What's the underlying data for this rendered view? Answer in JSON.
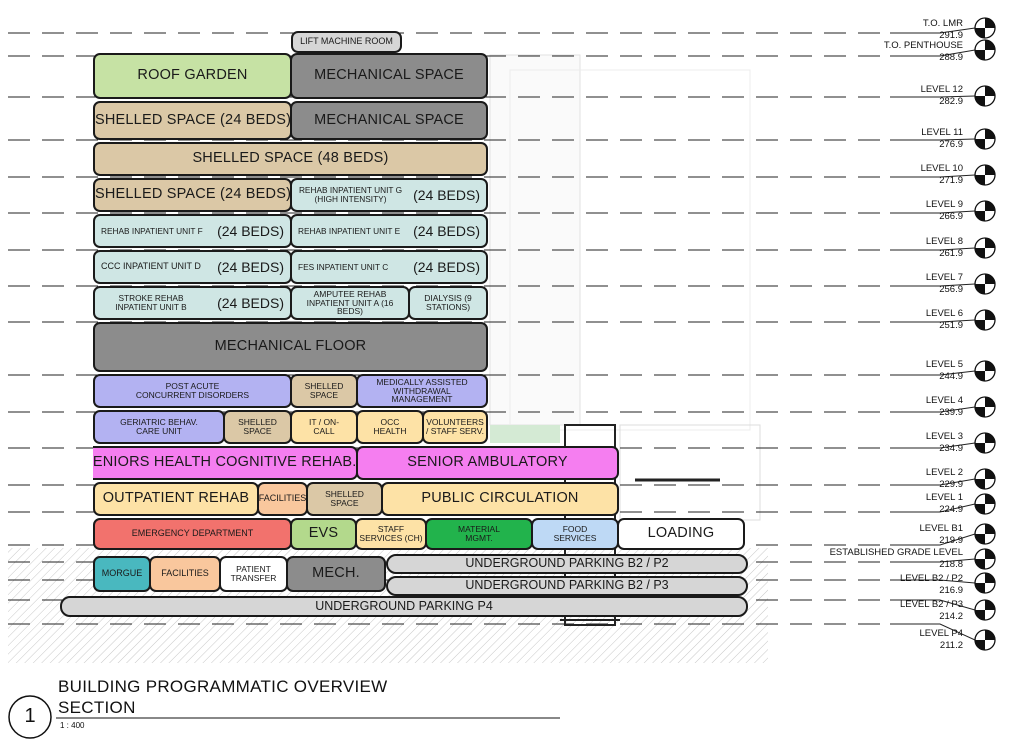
{
  "drawing": {
    "title_line1": "BUILDING PROGRAMMATIC OVERVIEW",
    "title_line2": "SECTION",
    "scale": "1 : 400",
    "number": "1"
  },
  "levels": [
    {
      "name": "T.O. LMR",
      "elev": "291.9"
    },
    {
      "name": "T.O. PENTHOUSE",
      "elev": "288.9"
    },
    {
      "name": "LEVEL 12",
      "elev": "282.9"
    },
    {
      "name": "LEVEL 11",
      "elev": "276.9"
    },
    {
      "name": "LEVEL 10",
      "elev": "271.9"
    },
    {
      "name": "LEVEL 9",
      "elev": "266.9"
    },
    {
      "name": "LEVEL 8",
      "elev": "261.9"
    },
    {
      "name": "LEVEL 7",
      "elev": "256.9"
    },
    {
      "name": "LEVEL 6",
      "elev": "251.9"
    },
    {
      "name": "LEVEL 5",
      "elev": "244.9"
    },
    {
      "name": "LEVEL 4",
      "elev": "239.9"
    },
    {
      "name": "LEVEL 3",
      "elev": "234.9"
    },
    {
      "name": "LEVEL 2",
      "elev": "229.9"
    },
    {
      "name": "LEVEL 1",
      "elev": "224.9"
    },
    {
      "name": "LEVEL B1",
      "elev": "219.9"
    },
    {
      "name": "ESTABLISHED GRADE LEVEL",
      "elev": "218.8"
    },
    {
      "name": "LEVEL B2 / P2",
      "elev": "216.9"
    },
    {
      "name": "LEVEL B2 / P3",
      "elev": "214.2"
    },
    {
      "name": "LEVEL P4",
      "elev": "211.2"
    }
  ],
  "rooms": {
    "lift_machine_room": "LIFT MACHINE ROOM",
    "roof_garden": "ROOF GARDEN",
    "mechanical_space_ph": "MECHANICAL SPACE",
    "shelled_24_l12": "SHELLED SPACE (24 BEDS)",
    "mechanical_space_l12": "MECHANICAL SPACE",
    "shelled_48_l11": "SHELLED SPACE (48 BEDS)",
    "shelled_24_l10": "SHELLED SPACE (24 BEDS)",
    "rehab_g_label": "REHAB INPATIENT UNIT G (HIGH INTENSITY)",
    "rehab_g_beds": "(24 BEDS)",
    "rehab_f_label": "REHAB INPATIENT UNIT F",
    "rehab_f_beds": "(24 BEDS)",
    "rehab_e_label": "REHAB INPATIENT UNIT E",
    "rehab_e_beds": "(24 BEDS)",
    "ccc_d_label": "CCC INPATIENT UNIT D",
    "ccc_d_beds": "(24 BEDS)",
    "fes_c_label": "FES INPATIENT UNIT C",
    "fes_c_beds": "(24 BEDS)",
    "stroke_b_label": "STROKE REHAB INPATIENT UNIT B",
    "stroke_b_beds": "(24 BEDS)",
    "amputee_a": "AMPUTEE REHAB INPATIENT UNIT A (16 BEDS)",
    "dialysis": "DIALYSIS (9 STATIONS)",
    "mechanical_floor": "MECHANICAL FLOOR",
    "post_acute": "POST ACUTE CONCURRENT DISORDERS",
    "shelled_l4": "SHELLED SPACE",
    "medically_assisted": "MEDICALLY ASSISTED WITHDRAWAL MANAGEMENT",
    "geriatric": "GERIATRIC BEHAV. CARE UNIT",
    "shelled_l3": "SHELLED SPACE",
    "it_oncall": "IT / ON-CALL",
    "occ_health": "OCC HEALTH",
    "volunteers": "VOLUNTEERS / STAFF SERV.",
    "seniors_cognitive": "SENIORS HEALTH COGNITIVE REHAB.",
    "senior_ambulatory": "SENIOR AMBULATORY",
    "outpatient_rehab": "OUTPATIENT REHAB",
    "facilities_l1": "FACILITIES",
    "shelled_l1": "SHELLED SPACE",
    "public_circulation": "PUBLIC CIRCULATION",
    "emergency": "EMERGENCY DEPARTMENT",
    "evs": "EVS",
    "staff_services": "STAFF SERVICES (CH)",
    "material_mgmt": "MATERIAL MGMT.",
    "food_services": "FOOD SERVICES",
    "loading": "LOADING",
    "morgue": "MORGUE",
    "facilities_b1": "FACILITIES",
    "patient_transfer": "PATIENT TRANSFER",
    "mech_b1": "MECH.",
    "parking_p2": "UNDERGROUND PARKING B2 / P2",
    "parking_p3": "UNDERGROUND PARKING B2 / P3",
    "parking_p4": "UNDERGROUND PARKING P4"
  },
  "colors": {
    "green": "#c6e2a4",
    "gray": "#8c8c8c",
    "tan": "#dbc8a6",
    "aqua": "#cfe6e4",
    "blue": "#b3b2f2",
    "cream": "#fde2a6",
    "magenta": "#f57ef0",
    "orange": "#f9c79d",
    "red": "#f2726d",
    "lime": "#b3d98c",
    "emerald": "#22b34c",
    "skyblue": "#bed9f5",
    "teal": "#49b8bf",
    "lightgray": "#d6d6d6",
    "white": "#ffffff"
  }
}
